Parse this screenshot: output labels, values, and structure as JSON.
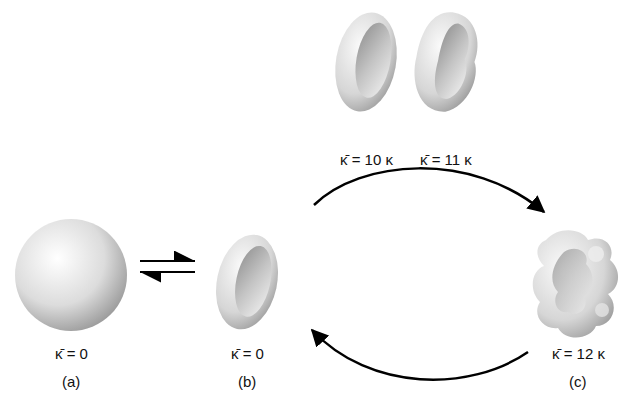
{
  "diagram": {
    "labels": [
      "κ̄ = 10 κ",
      "κ̄ = 11 κ",
      "κ̄ = 0",
      "κ̄ = 0",
      "κ̄ = 12 κ",
      "(a)",
      "(b)",
      "(c)"
    ]
  }
}
